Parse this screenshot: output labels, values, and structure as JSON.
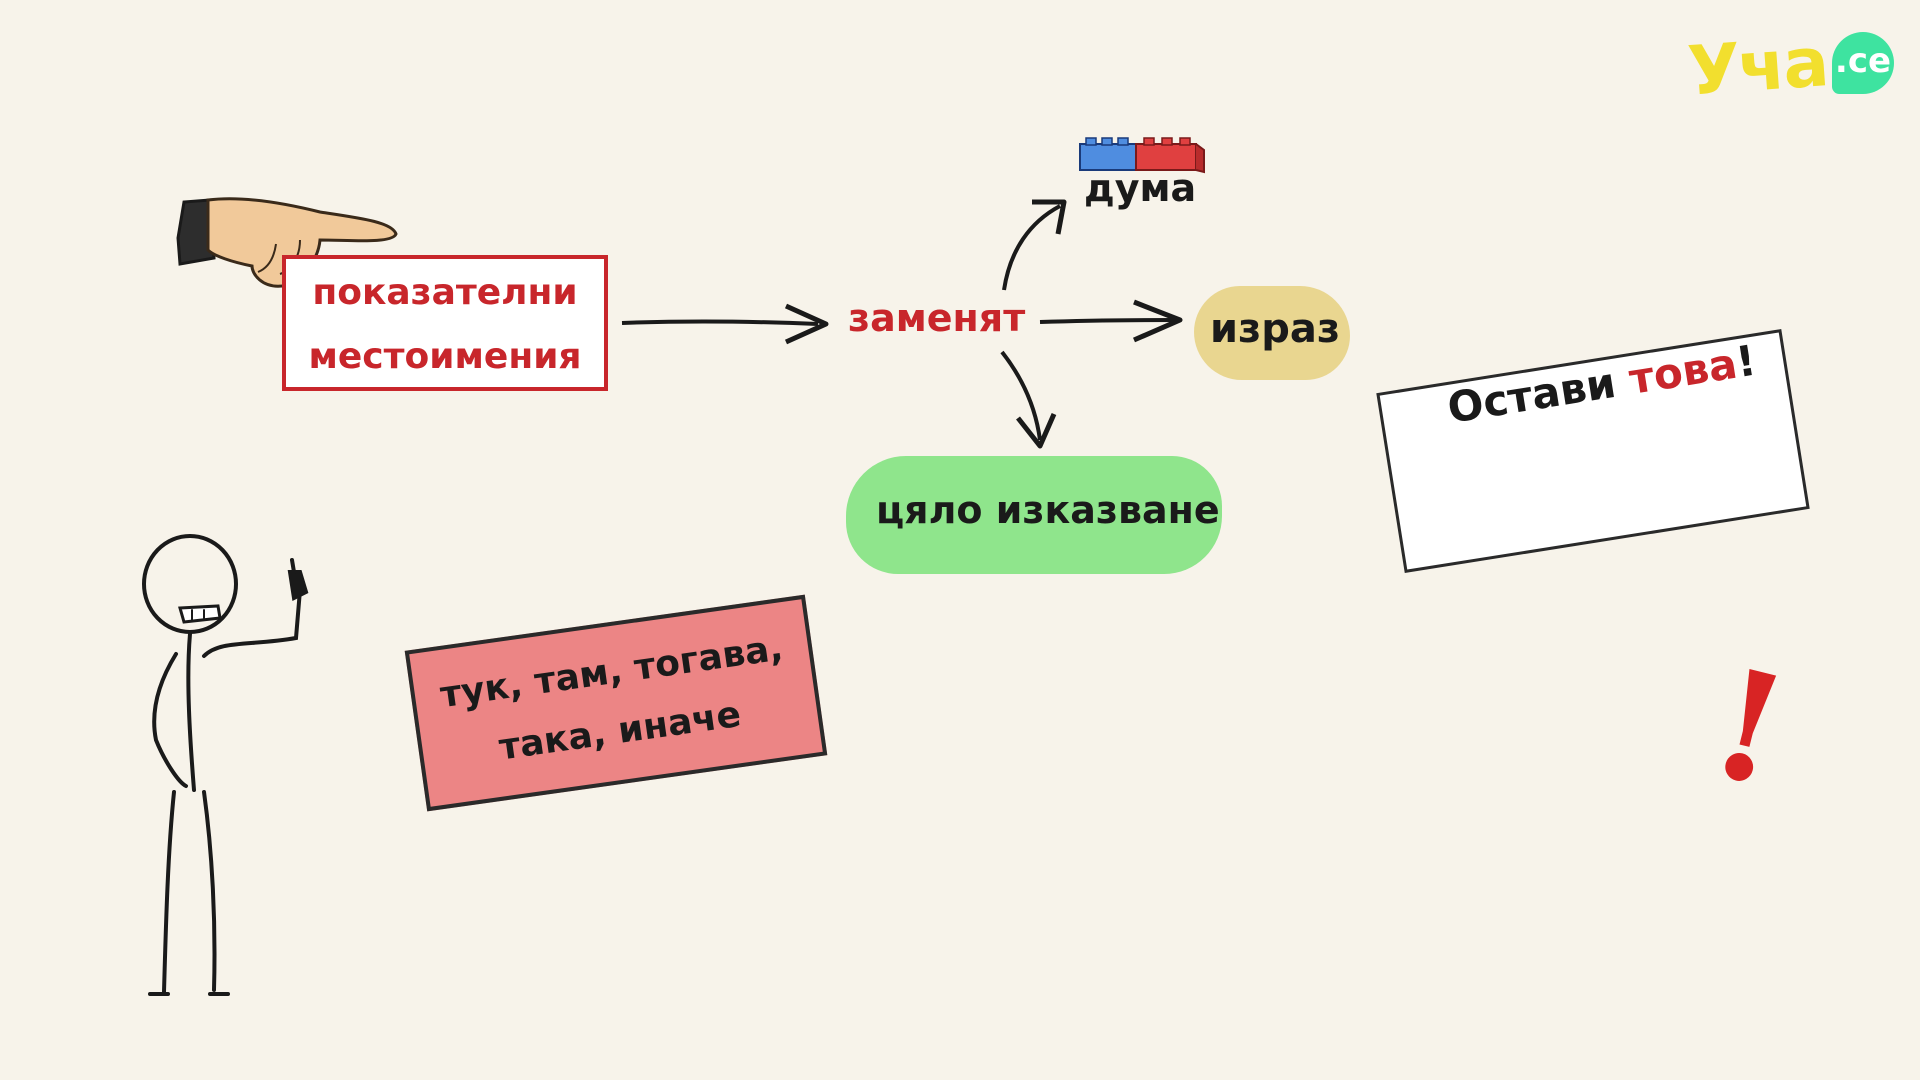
{
  "logo": {
    "text": "Уча",
    "badge": ".ce",
    "colors": {
      "text": "#f2df2e",
      "badge": "#3ee3a0"
    }
  },
  "labels": {
    "demonstratives_line1": "показателни",
    "demonstratives_line2": "местоимения",
    "replace": "заменят",
    "word": "дума",
    "phrase": "израз",
    "sentence": "цяло изказване",
    "adverbs_line1": "тук, там, тогава,",
    "adverbs_line2": "така, иначе"
  },
  "note": {
    "text_black": "Остави ",
    "text_red": "това",
    "text_end": "!"
  },
  "exclamation": "!",
  "icons": [
    "pointing-hand-icon",
    "lego-brick-icon",
    "arrow-icon",
    "stick-figure-icon"
  ],
  "colors": {
    "accent_red": "#c8262b",
    "phrase_highlight": "#e9d690",
    "sentence_highlight": "#8fe58c",
    "adverbs_card": "#ec8585",
    "background": "#f7f3ea"
  }
}
